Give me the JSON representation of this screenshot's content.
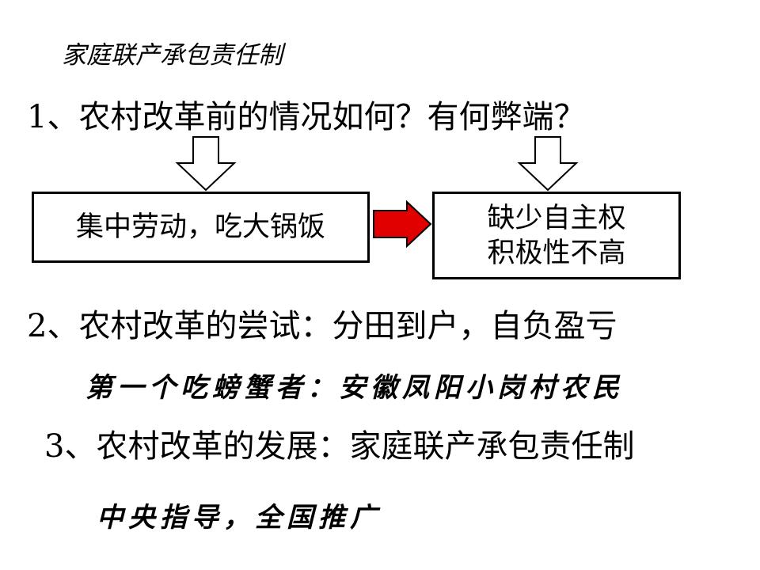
{
  "slide": {
    "title": "家庭联产承包责任制",
    "q1": "1、农村改革前的情况如何？有何弊端？",
    "box_left": "集中劳动，吃大锅饭",
    "box_right_line1": "缺少自主权",
    "box_right_line2": "积极性不高",
    "q2": "2、农村改革的尝试：分田到户，自负盈亏",
    "q2_note": "第一个吃螃蟹者：安徽凤阳小岗村农民",
    "q3": "3、农村改革的发展：家庭联产承包责任制",
    "q3_note": "中央指导，全国推广"
  },
  "colors": {
    "arrow_fill": "#e00000",
    "text": "#000000"
  }
}
